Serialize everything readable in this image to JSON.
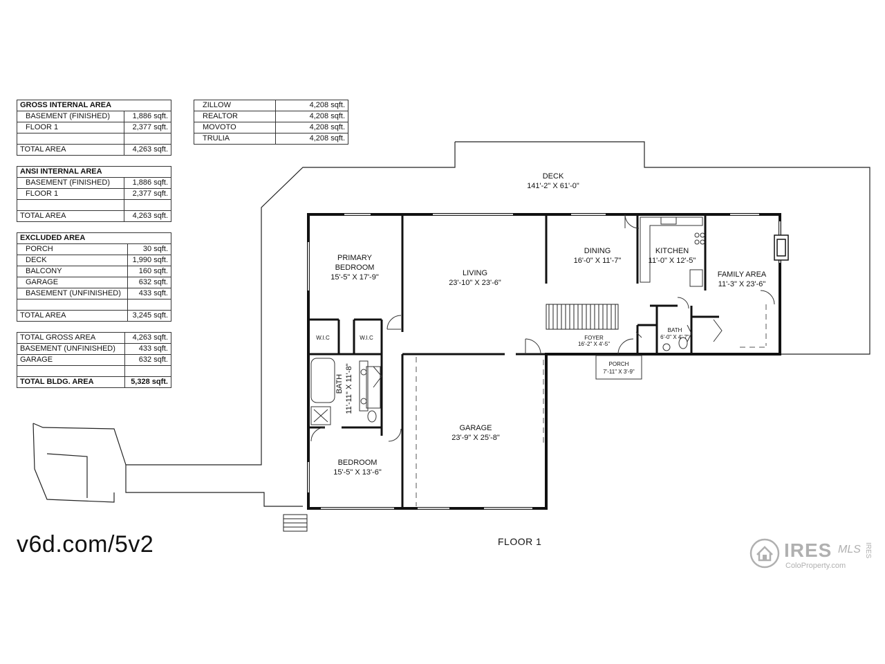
{
  "gross_internal": {
    "title": "GROSS INTERNAL AREA",
    "rows": [
      {
        "label": "BASEMENT (FINISHED)",
        "value": "1,886 sqft."
      },
      {
        "label": "FLOOR 1",
        "value": "2,377 sqft."
      },
      {
        "label": "",
        "value": ""
      }
    ],
    "total_label": "TOTAL AREA",
    "total_value": "4,263 sqft."
  },
  "ansi_internal": {
    "title": "ANSI INTERNAL AREA",
    "rows": [
      {
        "label": "BASEMENT (FINISHED)",
        "value": "1,886 sqft."
      },
      {
        "label": "FLOOR 1",
        "value": "2,377 sqft."
      },
      {
        "label": "",
        "value": ""
      }
    ],
    "total_label": "TOTAL AREA",
    "total_value": "4,263 sqft."
  },
  "excluded": {
    "title": "EXCLUDED AREA",
    "rows": [
      {
        "label": "PORCH",
        "value": "30 sqft."
      },
      {
        "label": "DECK",
        "value": "1,990 sqft."
      },
      {
        "label": "BALCONY",
        "value": "160 sqft."
      },
      {
        "label": "GARAGE",
        "value": "632 sqft."
      },
      {
        "label": "BASEMENT (UNFINISHED)",
        "value": "433 sqft."
      },
      {
        "label": "",
        "value": ""
      }
    ],
    "total_label": "TOTAL AREA",
    "total_value": "3,245 sqft."
  },
  "totals": {
    "rows": [
      {
        "label": "TOTAL GROSS AREA",
        "value": "4,263 sqft."
      },
      {
        "label": "BASEMENT (UNFINISHED)",
        "value": "433 sqft."
      },
      {
        "label": "GARAGE",
        "value": "632 sqft."
      },
      {
        "label": "",
        "value": ""
      }
    ],
    "total_label": "TOTAL BLDG. AREA",
    "total_value": "5,328 sqft."
  },
  "listing_sites": [
    {
      "label": "ZILLOW",
      "value": "4,208 sqft."
    },
    {
      "label": "REALTOR",
      "value": "4,208 sqft."
    },
    {
      "label": "MOVOTO",
      "value": "4,208 sqft."
    },
    {
      "label": "TRULIA",
      "value": "4,208 sqft."
    }
  ],
  "rooms": {
    "deck": {
      "name": "DECK",
      "dims": "141'-2\" X 61'-0\""
    },
    "primary": {
      "name1": "PRIMARY",
      "name2": "BEDROOM",
      "dims": "15'-5\" X 17'-9\""
    },
    "living": {
      "name": "LIVING",
      "dims": "23'-10\" X 23'-6\""
    },
    "dining": {
      "name": "DINING",
      "dims": "16'-0\" X 11'-7\""
    },
    "kitchen": {
      "name": "KITCHEN",
      "dims": "11'-0\" X 12'-5\""
    },
    "family": {
      "name": "FAMILY AREA",
      "dims": "11'-3\" X 23'-6\""
    },
    "wic1": {
      "name": "W.I.C"
    },
    "wic2": {
      "name": "W.I.C"
    },
    "bath_main": {
      "name": "BATH",
      "dims": "11'-11\" X 11'-8\""
    },
    "bath_small": {
      "name": "BATH",
      "dims": "6'-0\" X 4'-7\""
    },
    "foyer": {
      "name": "FOYER",
      "dims": "16'-2\" X 4'-5\""
    },
    "porch": {
      "name": "PORCH",
      "dims": "7'-11\" X 3'-9\""
    },
    "garage": {
      "name": "GARAGE",
      "dims": "23'-9\" X 25'-8\""
    },
    "bedroom": {
      "name": "BEDROOM",
      "dims": "15'-5\" X 13'-6\""
    }
  },
  "floor_label": "FLOOR 1",
  "url": "v6d.com/5v2",
  "logo": {
    "icon": "house-circle-icon",
    "brand": "IRES",
    "mls": "MLS",
    "site": "ColoProperty.com",
    "vertical": "IRES"
  }
}
